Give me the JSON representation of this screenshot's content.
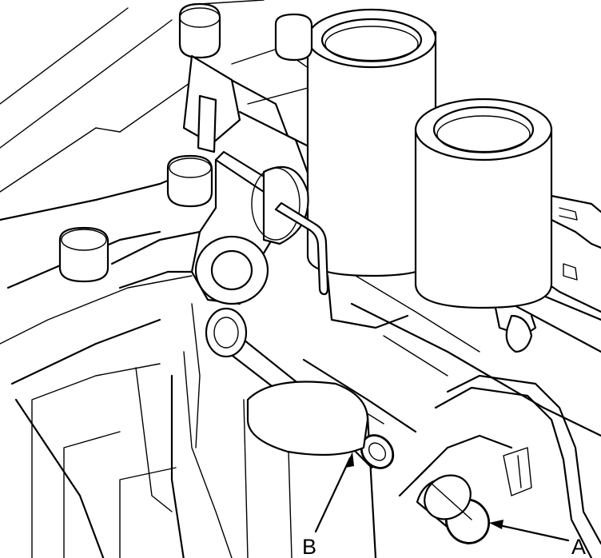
{
  "callouts": {
    "a": {
      "label": "A",
      "part": "cap"
    },
    "b": {
      "label": "B",
      "part": "tube"
    }
  }
}
